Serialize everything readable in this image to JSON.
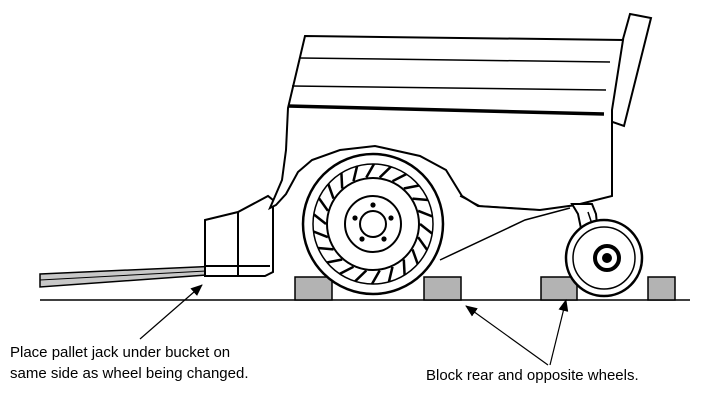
{
  "captions": {
    "pallet_jack_line1": "Place pallet jack under bucket on",
    "pallet_jack_line2": "same side as wheel being changed.",
    "block_wheels": "Block rear and opposite wheels."
  },
  "colors": {
    "line": "#000000",
    "block_fill": "#b3b3b3",
    "jack_fill": "#c8c8c8",
    "background": "#ffffff"
  }
}
